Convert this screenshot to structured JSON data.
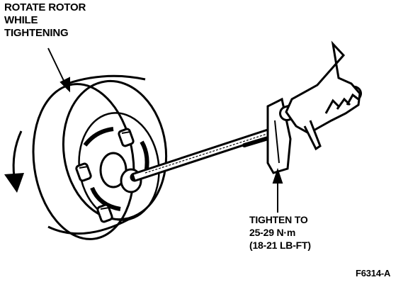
{
  "callouts": {
    "rotate": [
      "ROTATE ROTOR",
      "WHILE",
      "TIGHTENING"
    ],
    "tighten": [
      "TIGHTEN TO",
      "25-29 N·m",
      "(18-21 LB-FT)"
    ]
  },
  "figure_id": "F6314-A",
  "colors": {
    "ink": "#000000",
    "paper": "#ffffff"
  }
}
